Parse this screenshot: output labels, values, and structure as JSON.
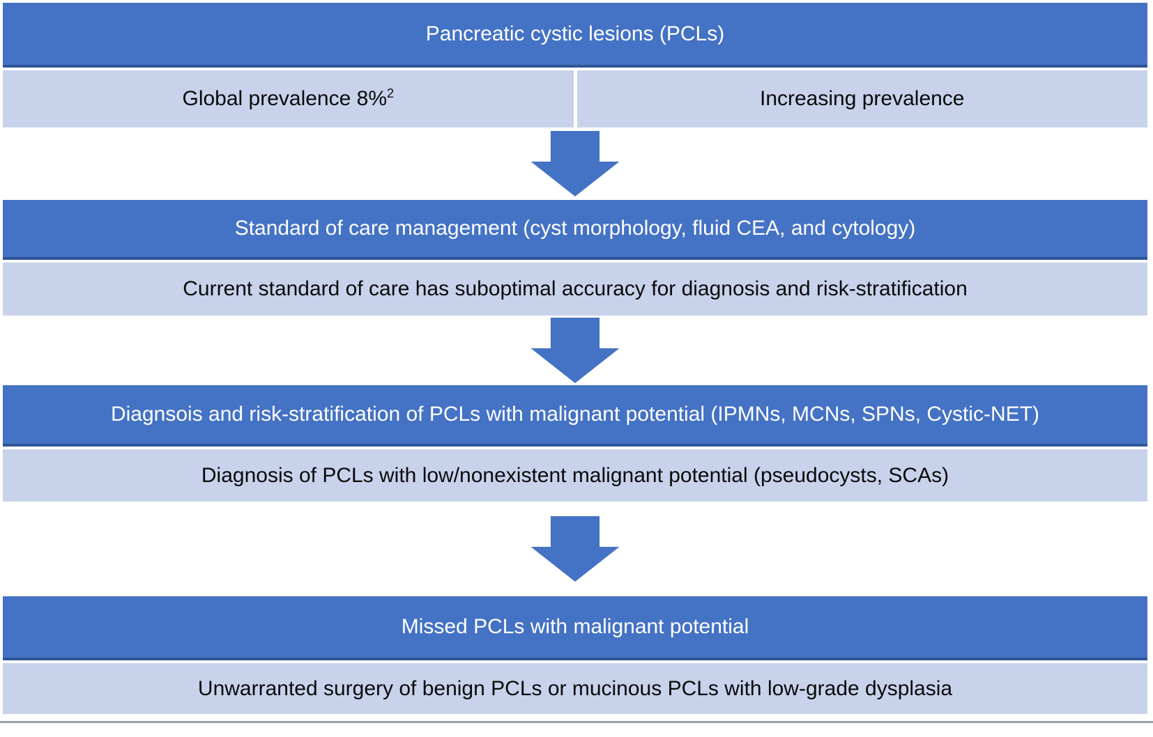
{
  "figure_title": "Pancreatic cystic lesions diagnostic pathway flowchart",
  "colors": {
    "header_blue": "#4472C4",
    "header_border_blue": "#2F5597",
    "body_light_blue": "#C8D2EB",
    "header_text": "#FFFFFF",
    "body_text": "#0A0A0A",
    "bottom_rule_gray": "#9AA1AD"
  },
  "icons": {
    "arrow": "down-block-arrow"
  },
  "sections": [
    {
      "header": "Pancreatic cystic lesions (PCLs)",
      "body_left": "Global prevalence 8%",
      "body_left_sup": "2",
      "body_right": "Increasing prevalence"
    },
    {
      "header": "Standard of care management (cyst morphology, fluid CEA, and cytology)",
      "body": "Current standard of care has suboptimal accuracy for diagnosis and risk-stratification"
    },
    {
      "header": "Diagnsois and risk-stratification of PCLs with malignant potential (IPMNs, MCNs, SPNs, Cystic-NET)",
      "body": "Diagnosis of PCLs with low/nonexistent malignant potential (pseudocysts, SCAs)"
    },
    {
      "header": "Missed PCLs with malignant potential",
      "body": "Unwarranted surgery of benign PCLs or mucinous PCLs with low-grade dysplasia"
    }
  ]
}
